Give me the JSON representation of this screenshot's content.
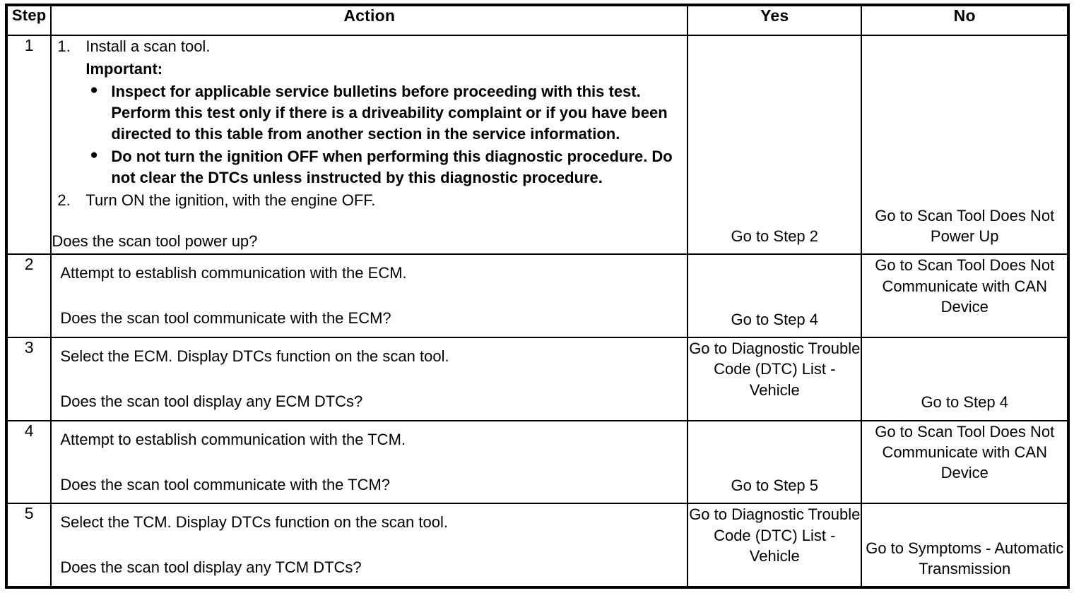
{
  "table": {
    "headers": {
      "step": "Step",
      "action": "Action",
      "yes": "Yes",
      "no": "No"
    },
    "rows": [
      {
        "step": "1",
        "action": {
          "item1_num": "1.",
          "item1_text": "Install a scan tool.",
          "important_label": "Important:",
          "bullet1": "Inspect for applicable service bulletins before proceeding with this test. Perform this test only if there is a driveability complaint or if you have been directed to this table from another section in the service information.",
          "bullet2": "Do not turn the ignition OFF when performing this diagnostic procedure. Do not clear the DTCs unless instructed by this diagnostic procedure.",
          "item2_num": "2.",
          "item2_text": "Turn ON the ignition, with the engine OFF.",
          "question": "Does the scan tool power up?"
        },
        "yes": "Go to Step 2",
        "no": "Go to Scan Tool Does Not Power Up"
      },
      {
        "step": "2",
        "action": {
          "lead": "Attempt to establish communication with the ECM.",
          "question": "Does the scan tool communicate with the ECM?"
        },
        "yes": "Go to Step 4",
        "no": "Go to Scan Tool Does Not Communicate with CAN Device"
      },
      {
        "step": "3",
        "action": {
          "lead": "Select the ECM. Display DTCs function on the scan tool.",
          "question": "Does the scan tool display any ECM DTCs?"
        },
        "yes": "Go to Diagnostic Trouble Code (DTC) List - Vehicle",
        "no": "Go to Step 4"
      },
      {
        "step": "4",
        "action": {
          "lead": "Attempt to establish communication with the TCM.",
          "question": "Does the scan tool communicate with the TCM?"
        },
        "yes": "Go to Step 5",
        "no": "Go to Scan Tool Does Not Communicate with CAN Device"
      },
      {
        "step": "5",
        "action": {
          "lead": "Select the TCM. Display DTCs function on the scan tool.",
          "question": "Does the scan tool display any TCM DTCs?"
        },
        "yes": "Go to Diagnostic Trouble Code (DTC) List - Vehicle",
        "no": "Go to Symptoms - Automatic Transmission"
      }
    ]
  },
  "icons": {
    "bullet": "●"
  }
}
